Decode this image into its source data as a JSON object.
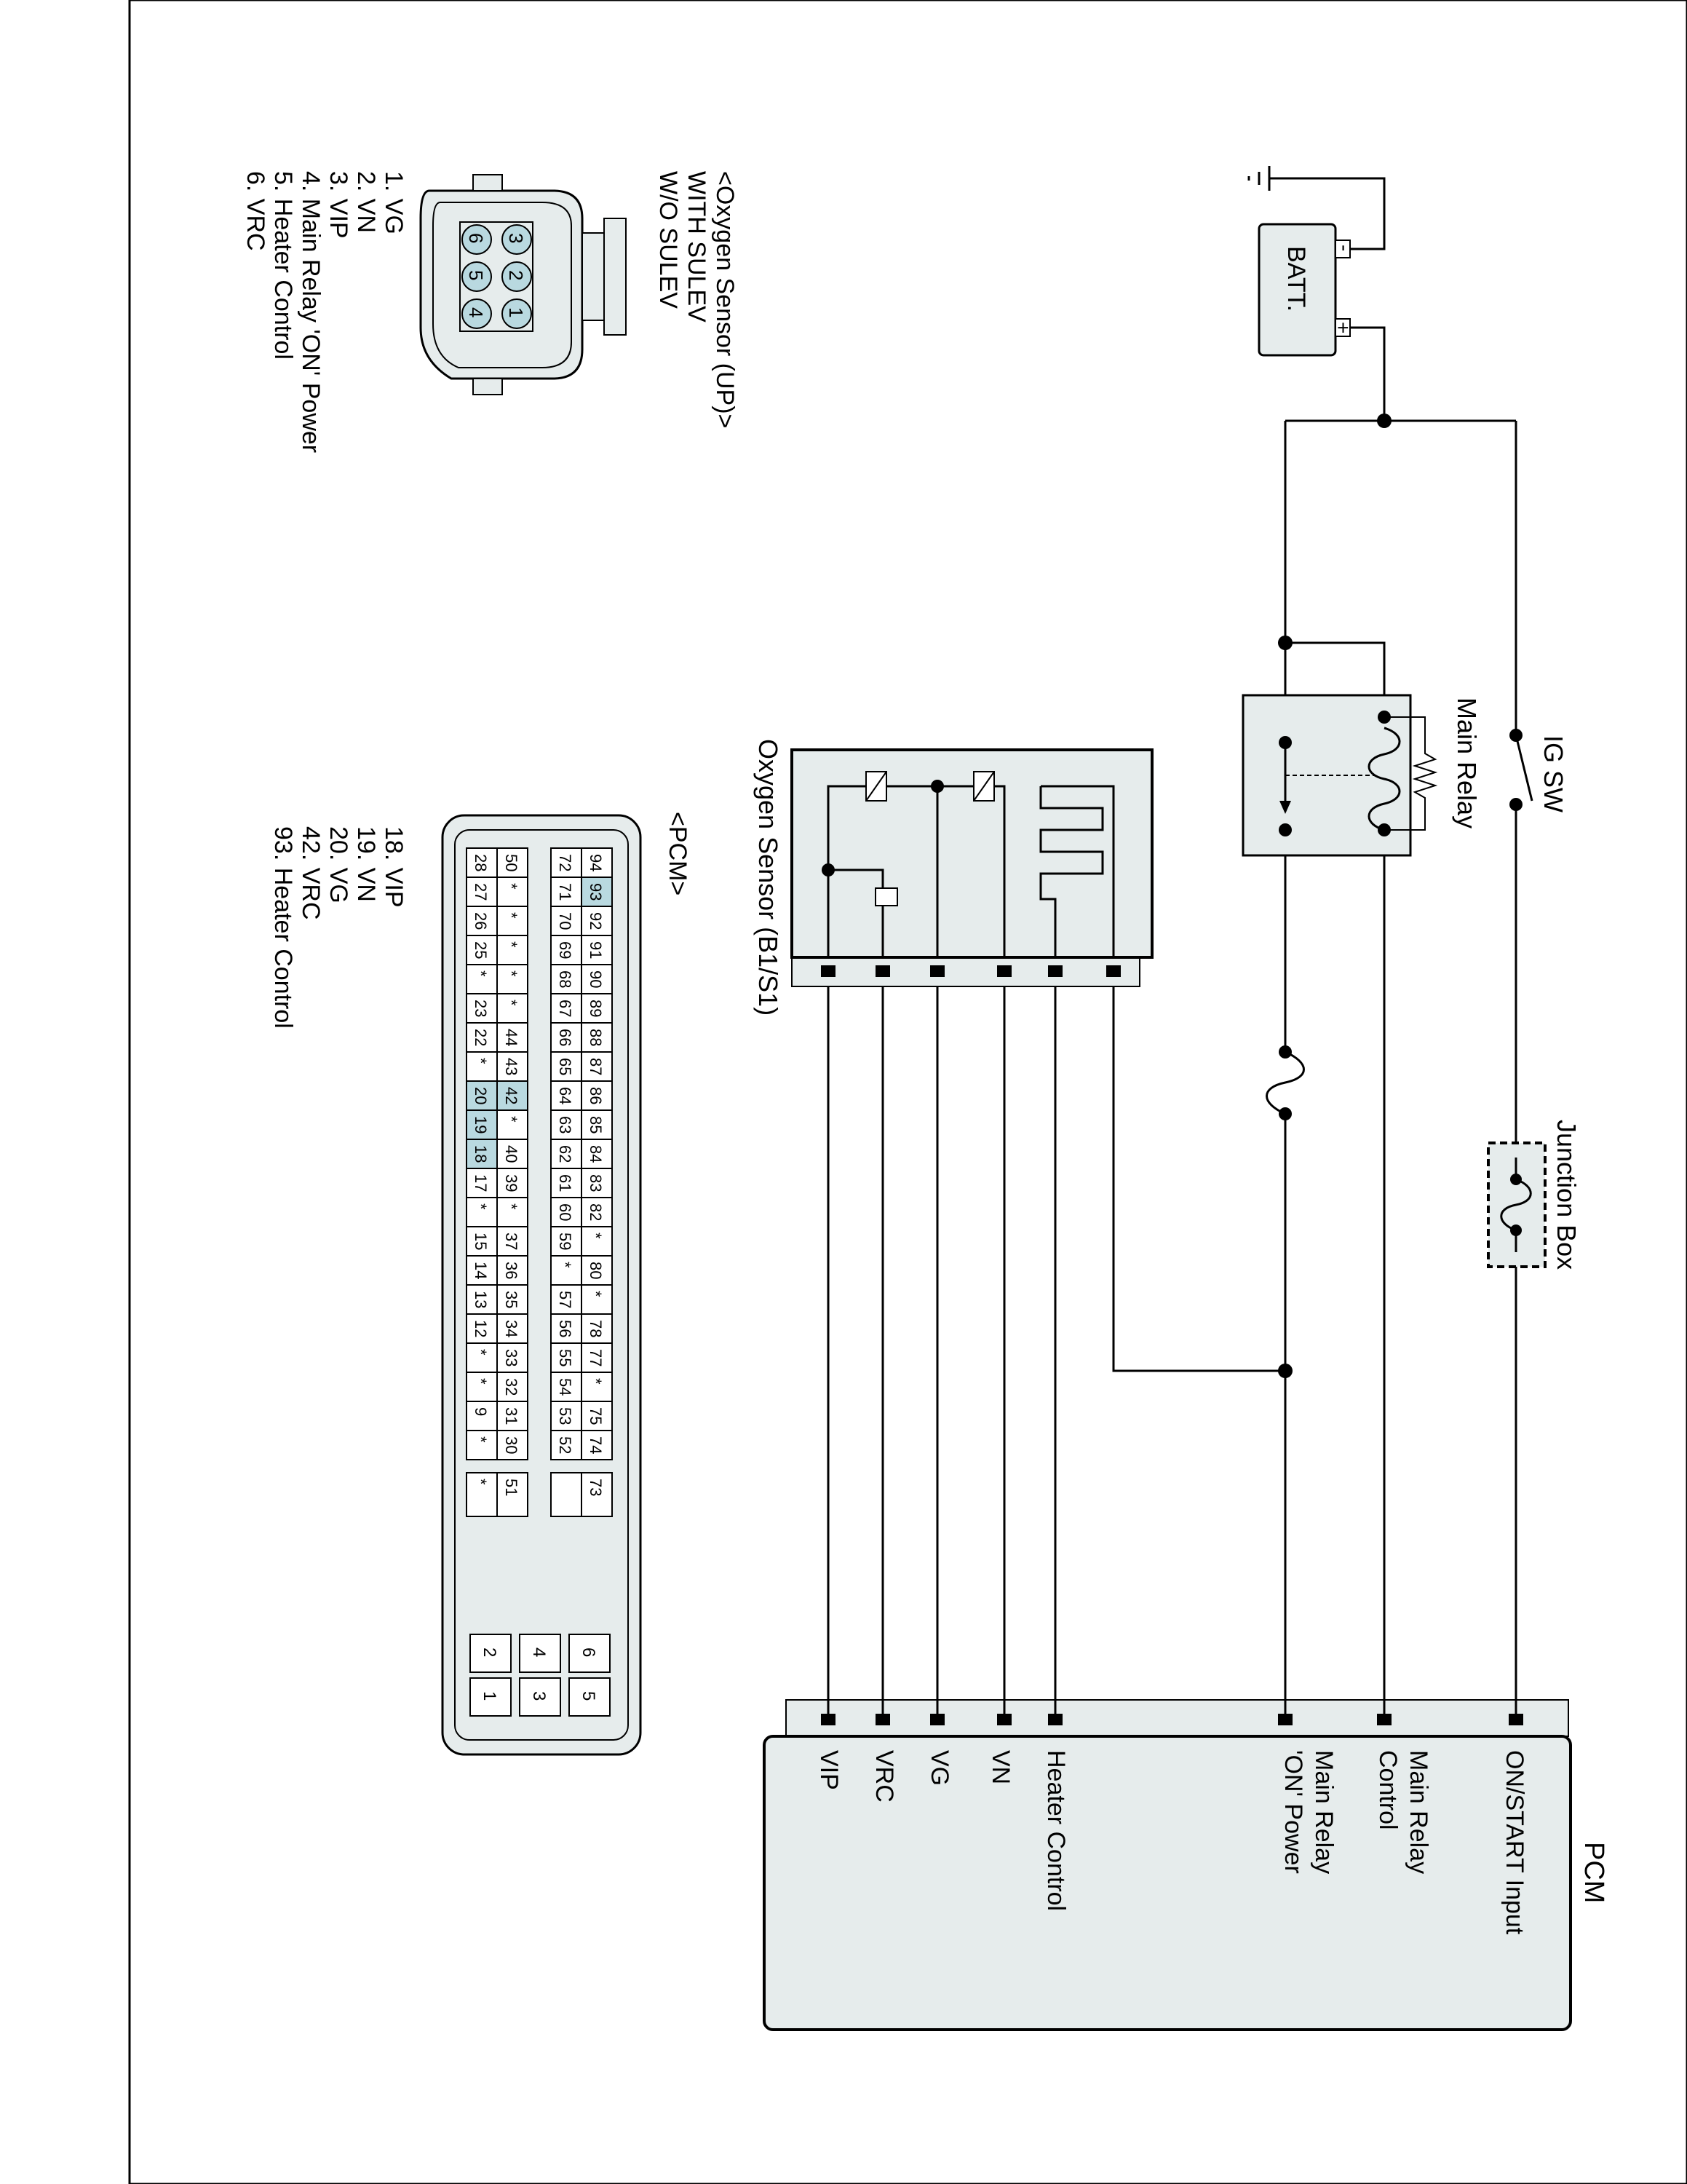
{
  "pcm": {
    "title": "PCM",
    "pins": [
      "ON/START Input",
      "Main Relay",
      "Control",
      "Main Relay",
      "'ON' Power",
      "Heater Control",
      "VN",
      "VG",
      "VRC",
      "VIP"
    ]
  },
  "components": {
    "battery": "BATT.",
    "battery_minus": "-",
    "battery_plus": "+",
    "ig_switch": "IG SW",
    "main_relay": "Main Relay",
    "junction_box": "Junction Box",
    "oxygen_sensor": "Oxygen Sensor (B1/S1)"
  },
  "o2_connector": {
    "title": "<Oxygen Sensor (UP)>",
    "subtitle1": "WITH SULEV",
    "subtitle2": "W/O SULEV",
    "pin_labels": [
      "1",
      "2",
      "3",
      "4",
      "5",
      "6"
    ],
    "legend": [
      "1. VG",
      "2. VN",
      "3. VIP",
      "4. Main Relay  'ON' Power",
      "5. Heater Control",
      "6. VRC"
    ]
  },
  "pcm_connector": {
    "title": "<PCM>",
    "rows": [
      [
        "94",
        "93",
        "92",
        "91",
        "90",
        "89",
        "88",
        "87",
        "86",
        "85",
        "84",
        "83",
        "82",
        "*",
        "80",
        "*",
        "78",
        "77",
        "*",
        "75",
        "74",
        "",
        "73"
      ],
      [
        "72",
        "71",
        "70",
        "69",
        "68",
        "67",
        "66",
        "65",
        "64",
        "63",
        "62",
        "61",
        "60",
        "59",
        "*",
        "57",
        "56",
        "55",
        "54",
        "53",
        "52",
        "",
        ""
      ],
      [
        "50",
        "*",
        "*",
        "*",
        "*",
        "*",
        "44",
        "43",
        "42",
        "*",
        "40",
        "39",
        "*",
        "37",
        "36",
        "35",
        "34",
        "33",
        "32",
        "31",
        "30",
        "",
        "51"
      ],
      [
        "28",
        "27",
        "26",
        "25",
        "*",
        "23",
        "22",
        "*",
        "20",
        "19",
        "18",
        "17",
        "*",
        "15",
        "14",
        "13",
        "12",
        "*",
        "*",
        "9",
        "*",
        "",
        "*"
      ]
    ],
    "aux_labels": [
      "6",
      "4",
      "2",
      "5",
      "3",
      "1"
    ],
    "highlight": [
      "93",
      "42",
      "20",
      "19",
      "18"
    ],
    "legend": [
      "18. VIP",
      "19. VN",
      "20. VG",
      "42. VRC",
      "93. Heater Control"
    ]
  },
  "colors": {
    "line": "#000000",
    "fill": "#e6ecec",
    "pin_fill": "#b9d9e0"
  }
}
